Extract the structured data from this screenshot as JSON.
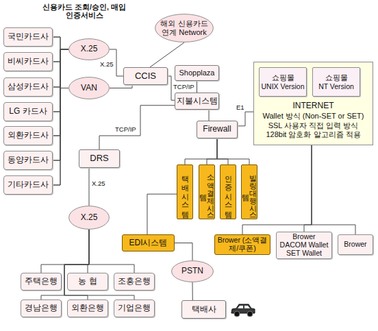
{
  "diagram": {
    "nodes": [
      {
        "text": [
          "국민카드사"
        ]
      },
      {
        "text": [
          "비씨카드사"
        ]
      },
      {
        "text": [
          "삼성카드사"
        ]
      },
      {
        "text": [
          "LG 카드사"
        ]
      },
      {
        "text": [
          "외환카드사"
        ]
      },
      {
        "text": [
          "동양카드사"
        ]
      },
      {
        "text": [
          "기타카드사"
        ]
      },
      {
        "text": [
          "X.25"
        ]
      },
      {
        "text": [
          "VAN"
        ]
      },
      {
        "text": [
          "해외 신용카드 연계 Network"
        ]
      },
      {
        "text": [
          "CCIS"
        ]
      },
      {
        "text": [
          "Shopplaza"
        ]
      },
      {
        "text": [
          "지불시스템"
        ]
      },
      {
        "text": [
          "Firewall"
        ]
      },
      {
        "text": [
          "INTERNET",
          "Wallet 방식 (Non-SET or SET)",
          "SSL 사용자 직접 입력 방식",
          "128bit 암호화 알고리즘 적용"
        ]
      },
      {
        "text": [
          "쇼핑몰",
          "UNIX Version"
        ],
        "in": 14
      },
      {
        "text": [
          "쇼핑몰",
          "NT Version"
        ],
        "in": 14
      },
      {
        "text": [
          "DRS"
        ]
      },
      {
        "text": [
          "택배시스템"
        ]
      },
      {
        "text": [
          "소액결제시스템"
        ]
      },
      {
        "text": [
          "인증시스템"
        ]
      },
      {
        "text": [
          "빌링대행시스템"
        ]
      },
      {
        "text": [
          "X.25"
        ]
      },
      {
        "text": [
          "EDI시스템"
        ]
      },
      {
        "text": [
          "Brower (소액결제/쿠폰)"
        ]
      },
      {
        "text": [
          "Brower",
          "DACOM Wallet",
          "SET Wallet"
        ]
      },
      {
        "text": [
          "Brower"
        ]
      },
      {
        "text": [
          "PSTN"
        ]
      },
      {
        "text": [
          "주택은행"
        ]
      },
      {
        "text": [
          "농 협"
        ]
      },
      {
        "text": [
          "조흥은행"
        ]
      },
      {
        "text": [
          "경남은행"
        ]
      },
      {
        "text": [
          "외환은행"
        ]
      },
      {
        "text": [
          "기업은행"
        ]
      },
      {
        "text": [
          "택배사"
        ]
      }
    ],
    "edges": [
      {
        "from": 0,
        "to": 7,
        "arrow": "none"
      },
      {
        "from": 1,
        "to": 7,
        "arrow": "none"
      },
      {
        "from": 2,
        "to": 7,
        "arrow": "none"
      },
      {
        "from": 3,
        "to": 7,
        "arrow": "none"
      },
      {
        "from": 4,
        "to": 7,
        "arrow": "none"
      },
      {
        "from": 5,
        "to": 7,
        "arrow": "none"
      },
      {
        "from": 6,
        "to": 7,
        "arrow": "none"
      },
      {
        "from": 0,
        "to": 8,
        "arrow": "none"
      },
      {
        "from": 1,
        "to": 8,
        "arrow": "none"
      },
      {
        "from": 2,
        "to": 8,
        "arrow": "none"
      },
      {
        "from": 3,
        "to": 8,
        "arrow": "none"
      },
      {
        "from": 4,
        "to": 8,
        "arrow": "none"
      },
      {
        "from": 5,
        "to": 8,
        "arrow": "none"
      },
      {
        "from": 6,
        "to": 8,
        "arrow": "none"
      },
      {
        "from": 7,
        "to": 10,
        "label": "X.25",
        "arrow": "none"
      },
      {
        "from": 8,
        "to": 10,
        "arrow": "none"
      },
      {
        "from": 10,
        "to": 9,
        "arrow": "none"
      },
      {
        "from": 10,
        "to": 12,
        "label": "TCP/IP",
        "arrow": "none"
      },
      {
        "from": 11,
        "to": 12,
        "arrow": "none"
      },
      {
        "from": 12,
        "to": 13,
        "arrow": "none"
      },
      {
        "from": 12,
        "to": 17,
        "label": "TCP/IP",
        "arrow": "none"
      },
      {
        "from": 13,
        "to": 14,
        "label": "E1",
        "arrow": "none"
      },
      {
        "from": 13,
        "to": 18,
        "arrow": "none"
      },
      {
        "from": 13,
        "to": 19,
        "arrow": "none"
      },
      {
        "from": 13,
        "to": 20,
        "arrow": "none"
      },
      {
        "from": 13,
        "to": 21,
        "arrow": "none"
      },
      {
        "from": 18,
        "to": 23,
        "arrow": "none"
      },
      {
        "from": 23,
        "to": 27,
        "arrow": "none"
      },
      {
        "from": 27,
        "to": 34,
        "arrow": "none"
      },
      {
        "from": 17,
        "to": 22,
        "label": "X.25",
        "arrow": "none"
      },
      {
        "from": 22,
        "to": 28,
        "arrow": "none"
      },
      {
        "from": 22,
        "to": 29,
        "arrow": "none"
      },
      {
        "from": 22,
        "to": 30,
        "arrow": "none"
      },
      {
        "from": 22,
        "to": 31,
        "arrow": "none"
      },
      {
        "from": 22,
        "to": 32,
        "arrow": "none"
      },
      {
        "from": 22,
        "to": 33,
        "arrow": "none"
      },
      {
        "from": 14,
        "to": 24,
        "arrow": "none"
      },
      {
        "from": 14,
        "to": 25,
        "arrow": "none"
      },
      {
        "from": 14,
        "to": 26,
        "arrow": "none"
      }
    ],
    "labels": [
      "신용카드 조회/승인, 매입 인증서비스"
    ]
  }
}
